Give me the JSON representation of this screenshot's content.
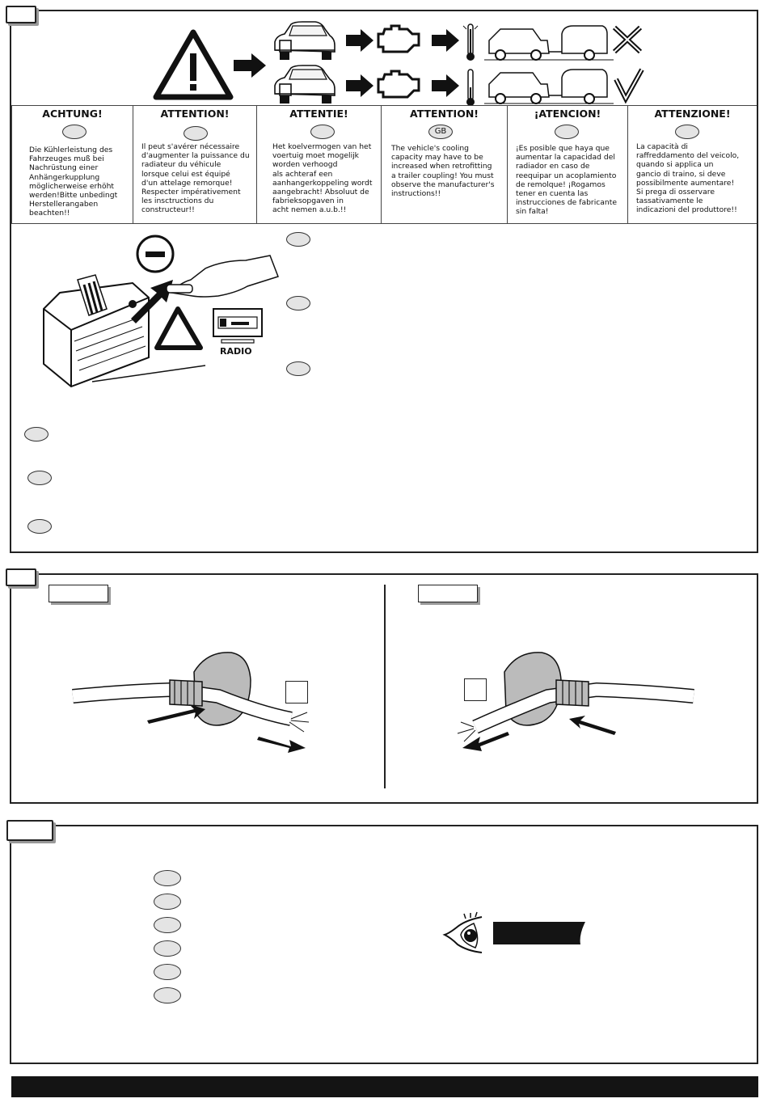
{
  "section1": {
    "languages": [
      {
        "title": "ACHTUNG!",
        "badge": "",
        "text": "Die Kühlerleistung des\nFahrzeuges muß bei\nNachrüstung einer\nAnhängerkupplung\nmöglicherweise erhöht\nwerden!Bitte unbedingt\nHerstellerangaben\nbeachten!!"
      },
      {
        "title": "ATTENTION!",
        "badge": "",
        "text": "Il peut s'avérer nécessaire\nd'augmenter la puissance du\nradiateur du véhicule\nlorsque celui est équipé\nd'un attelage remorque!\nRespecter impérativement\nles insctructions du\nconstructeur!!"
      },
      {
        "title": "ATTENTIE!",
        "badge": "",
        "text": "Het koelvermogen van het\nvoertuig moet mogelijk\nworden verhoogd\nals achteraf een\naanhangerkoppeling wordt\naangebracht! Absoluut de\nfabrieksopgaven in\nacht nemen a.u.b.!!"
      },
      {
        "title": "ATTENTION!",
        "badge": "GB",
        "text": "The vehicle's cooling\ncapacity may have to be\nincreased when retrofitting\na trailer coupling! You must\nobserve the manufacturer's\ninstructions!!"
      },
      {
        "title": "¡ATENCION!",
        "badge": "",
        "text": "¡Es posible que haya que\naumentar la capacidad del\nradiador en caso de\nreequipar un acoplamiento\nde remolque! ¡Rogamos\ntener en cuenta las\ninstrucciones de fabricante\nsin falta!"
      },
      {
        "title": "ATTENZIONE!",
        "badge": "",
        "text": "La capacità di\nraffreddamento del veicolo,\nquando si applica un\ngancio di traino, si deve\npossibilmente aumentare!\nSi prega di osservare\ntassativamente le\nindicazioni del produttore!!"
      }
    ],
    "radio_label": "RADIO",
    "minus_symbol": "−"
  }
}
